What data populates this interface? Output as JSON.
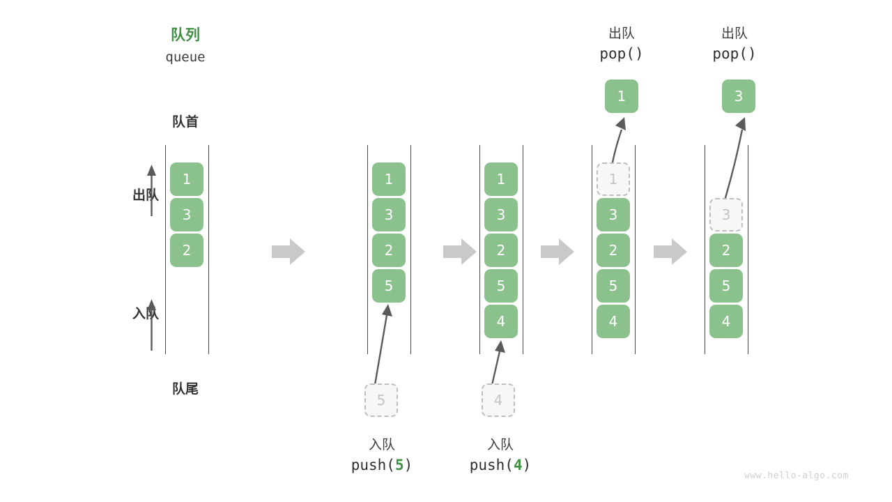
{
  "diagram": {
    "title_cn": "队列",
    "title_en": "queue",
    "front_label": "队首",
    "rear_label": "队尾",
    "dequeue_label": "出队",
    "enqueue_label": "入队",
    "watermark": "www.hello-algo.com",
    "colors": {
      "cell_fill": "#8ac18c",
      "cell_text": "#ffffff",
      "ghost_fill": "#f7f7f7",
      "ghost_border": "#bdbdbd",
      "ghost_text": "#c3c3c3",
      "title_green": "#3f9142",
      "rail": "#4a4a4a",
      "arrow_gray": "#5a5a5a",
      "step_arrow": "#c9c9c9",
      "watermark": "#cfcfcf"
    }
  },
  "steps": [
    {
      "id": "initial",
      "cells": [
        "1",
        "3",
        "2"
      ],
      "ghost_in_queue": null,
      "ghost_in_queue_index": null,
      "incoming": null,
      "popped": null,
      "op_cn": null,
      "op_code_prefix": null,
      "op_code_arg": null,
      "op_code_suffix": null
    },
    {
      "id": "push-5",
      "cells": [
        "1",
        "3",
        "2",
        "5"
      ],
      "ghost_in_queue": null,
      "ghost_in_queue_index": null,
      "incoming": "5",
      "popped": null,
      "op_cn": "入队",
      "op_code_prefix": "push(",
      "op_code_arg": "5",
      "op_code_suffix": ")"
    },
    {
      "id": "push-4",
      "cells": [
        "1",
        "3",
        "2",
        "5",
        "4"
      ],
      "ghost_in_queue": null,
      "ghost_in_queue_index": null,
      "incoming": "4",
      "popped": null,
      "op_cn": "入队",
      "op_code_prefix": "push(",
      "op_code_arg": "4",
      "op_code_suffix": ")"
    },
    {
      "id": "pop-1",
      "cells": [
        "1",
        "3",
        "2",
        "5",
        "4"
      ],
      "ghost_in_queue": "1",
      "ghost_in_queue_index": 0,
      "incoming": null,
      "popped": "1",
      "op_cn": "出队",
      "op_code_prefix": "pop(",
      "op_code_arg": "",
      "op_code_suffix": ")"
    },
    {
      "id": "pop-3",
      "cells": [
        "3",
        "2",
        "5",
        "4"
      ],
      "ghost_in_queue": "3",
      "ghost_in_queue_index": 0,
      "incoming": null,
      "popped": "3",
      "op_cn": "出队",
      "op_code_prefix": "pop(",
      "op_code_arg": "",
      "op_code_suffix": ")"
    }
  ],
  "chart_data": {
    "type": "diagram",
    "description": "Queue push/pop operation sequence",
    "sequence": [
      {
        "state": [
          "1",
          "3",
          "2"
        ],
        "operation": null
      },
      {
        "state": [
          "1",
          "3",
          "2",
          "5"
        ],
        "operation": "push(5)"
      },
      {
        "state": [
          "1",
          "3",
          "2",
          "5",
          "4"
        ],
        "operation": "push(4)"
      },
      {
        "state": [
          "3",
          "2",
          "5",
          "4"
        ],
        "operation": "pop() -> 1"
      },
      {
        "state": [
          "2",
          "5",
          "4"
        ],
        "operation": "pop() -> 3"
      }
    ]
  }
}
